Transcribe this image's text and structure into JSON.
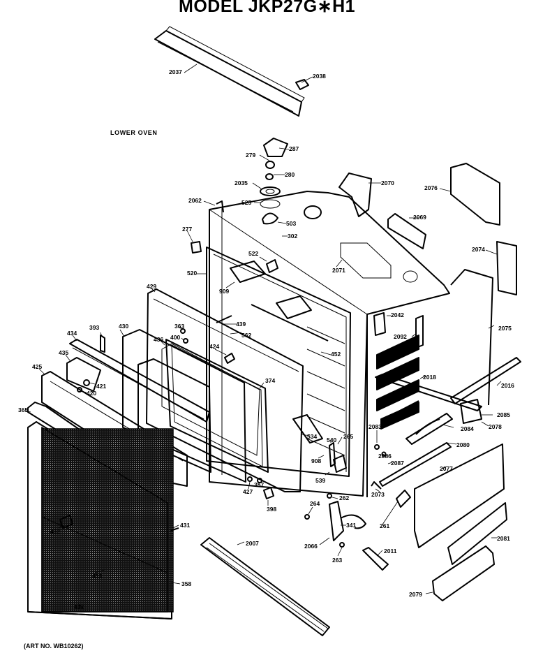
{
  "header": {
    "title": "MODEL JKP27G∗H1"
  },
  "section": {
    "label": "LOWER OVEN"
  },
  "footer": {
    "art_no": "(ART NO. WB10262)"
  },
  "callouts": [
    {
      "id": "2037",
      "text": "2037"
    },
    {
      "id": "2038",
      "text": "2038"
    },
    {
      "id": "279",
      "text": "279"
    },
    {
      "id": "287",
      "text": "287"
    },
    {
      "id": "280",
      "text": "280"
    },
    {
      "id": "2035",
      "text": "2035"
    },
    {
      "id": "525",
      "text": "525"
    },
    {
      "id": "503",
      "text": "503"
    },
    {
      "id": "302",
      "text": "302"
    },
    {
      "id": "2070",
      "text": "2070"
    },
    {
      "id": "2076",
      "text": "2076"
    },
    {
      "id": "2062",
      "text": "2062"
    },
    {
      "id": "2069",
      "text": "2069"
    },
    {
      "id": "277",
      "text": "277"
    },
    {
      "id": "522",
      "text": "522"
    },
    {
      "id": "2071",
      "text": "2071"
    },
    {
      "id": "2074",
      "text": "2074"
    },
    {
      "id": "520",
      "text": "520"
    },
    {
      "id": "909",
      "text": "909"
    },
    {
      "id": "429",
      "text": "429"
    },
    {
      "id": "439",
      "text": "439"
    },
    {
      "id": "363",
      "text": "363"
    },
    {
      "id": "562",
      "text": "562"
    },
    {
      "id": "2042",
      "text": "2042"
    },
    {
      "id": "393",
      "text": "393"
    },
    {
      "id": "430",
      "text": "430"
    },
    {
      "id": "400",
      "text": "400"
    },
    {
      "id": "2092",
      "text": "2092"
    },
    {
      "id": "2075",
      "text": "2075"
    },
    {
      "id": "434",
      "text": "434"
    },
    {
      "id": "436",
      "text": "436"
    },
    {
      "id": "424",
      "text": "424"
    },
    {
      "id": "452",
      "text": "452"
    },
    {
      "id": "435",
      "text": "435"
    },
    {
      "id": "374",
      "text": "374"
    },
    {
      "id": "2018",
      "text": "2018"
    },
    {
      "id": "2016",
      "text": "2016"
    },
    {
      "id": "425",
      "text": "425"
    },
    {
      "id": "421",
      "text": "421"
    },
    {
      "id": "420",
      "text": "420"
    },
    {
      "id": "365",
      "text": "365"
    },
    {
      "id": "2085",
      "text": "2085"
    },
    {
      "id": "2084",
      "text": "2084"
    },
    {
      "id": "2078",
      "text": "2078"
    },
    {
      "id": "2083",
      "text": "2083"
    },
    {
      "id": "534",
      "text": "534"
    },
    {
      "id": "540",
      "text": "540"
    },
    {
      "id": "265",
      "text": "265"
    },
    {
      "id": "2080",
      "text": "2080"
    },
    {
      "id": "2086",
      "text": "2086"
    },
    {
      "id": "2087",
      "text": "2087"
    },
    {
      "id": "908",
      "text": "908"
    },
    {
      "id": "2077",
      "text": "2077"
    },
    {
      "id": "539",
      "text": "539"
    },
    {
      "id": "427",
      "text": "427"
    },
    {
      "id": "357",
      "text": "357"
    },
    {
      "id": "2073",
      "text": "2073"
    },
    {
      "id": "398",
      "text": "398"
    },
    {
      "id": "264",
      "text": "264"
    },
    {
      "id": "262",
      "text": "262"
    },
    {
      "id": "431",
      "text": "431"
    },
    {
      "id": "432",
      "text": "432"
    },
    {
      "id": "341",
      "text": "341"
    },
    {
      "id": "261",
      "text": "261"
    },
    {
      "id": "2066",
      "text": "2066"
    },
    {
      "id": "2011",
      "text": "2011"
    },
    {
      "id": "2007",
      "text": "2007"
    },
    {
      "id": "2081",
      "text": "2081"
    },
    {
      "id": "263",
      "text": "263"
    },
    {
      "id": "433",
      "text": "433"
    },
    {
      "id": "358",
      "text": "358"
    },
    {
      "id": "2079",
      "text": "2079"
    },
    {
      "id": "437",
      "text": "437"
    }
  ]
}
